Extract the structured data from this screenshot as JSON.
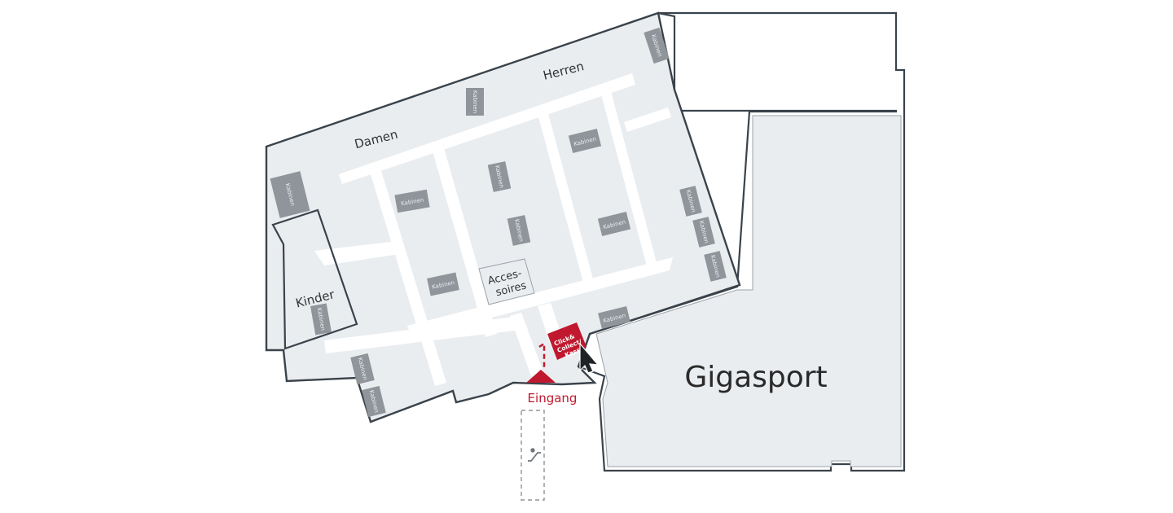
{
  "colors": {
    "wall": "#3a434b",
    "floor": "#eaedf0",
    "aisle": "#ffffff",
    "cabin": "#8f959a",
    "accent": "#c0182e"
  },
  "areas": {
    "damen": "Damen",
    "herren": "Herren",
    "kinder": "Kinder",
    "accessoires_line1": "Acces-",
    "accessoires_line2": "soires",
    "gigasport": "Gigasport"
  },
  "cabin_label": "Kabinen",
  "click_collect": {
    "line1": "Click&",
    "line2": "Collect/",
    "line3": "Kasse"
  },
  "entrance_label": "Eingang",
  "icons": {
    "escalator": "escalator-icon",
    "cursor": "cursor-arrow-icon",
    "entrance": "entrance-triangle-icon"
  }
}
